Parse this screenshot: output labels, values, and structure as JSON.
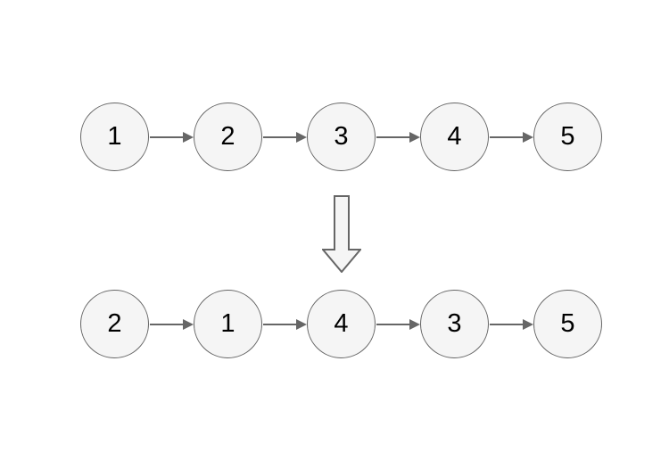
{
  "page": {
    "background": "#ffffff"
  },
  "diagram": {
    "type": "linked-list-transformation",
    "colors": {
      "node_fill": "#f5f5f5",
      "node_stroke": "#666666",
      "connector": "#666666",
      "label": "#000000"
    },
    "before": {
      "nodes": [
        "1",
        "2",
        "3",
        "4",
        "5"
      ]
    },
    "after": {
      "nodes": [
        "2",
        "1",
        "4",
        "3",
        "5"
      ]
    },
    "transform_arrow": "down-block-arrow"
  }
}
